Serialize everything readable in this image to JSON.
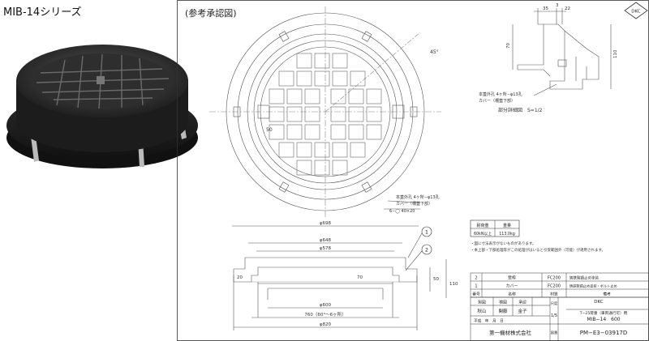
{
  "product": {
    "title": "MIB-14シリーズ"
  },
  "drawing": {
    "header_label": "(参考承認図)",
    "logo_text": "DKC",
    "top_view": {
      "angle_label": "45°",
      "bolt_note": "本蓋外孔 4ヶ所−φ13孔",
      "cover_note": "カバー（柵蓋下部）",
      "slot_note": "6−◯ 40×20",
      "dim_50": "50"
    },
    "detail": {
      "dims": [
        "35",
        "3",
        "22"
      ],
      "dim_height_left": "70",
      "dim_height_right": "110",
      "bolt_note": "本蓋外孔 4ヶ所−φ13孔",
      "cover_note": "カバー（柵蓋下部）",
      "scale_caption": "部分詳細図　S=1/2"
    },
    "load_table": {
      "header_load": "耐荷重",
      "header_weight": "重量",
      "load_value": "60kN以上",
      "weight_value": "113.0kg"
    },
    "notes": [
      "・図に寸法表示がないものがあります。",
      "・本上部・下部処理等がこの処理がはいると引受範囲外（可能）が適用されます。"
    ],
    "section": {
      "dims_top": [
        "φ698",
        "φ648",
        "φ578"
      ],
      "dims_bottom": [
        "φ600",
        "760（60°〜6ヶ所）",
        "φ820"
      ],
      "dim_left": "20",
      "dim_70": "70",
      "dim_50": "50",
      "dim_110": "110",
      "callouts": [
        "1",
        "2"
      ]
    },
    "parts": [
      {
        "no": "2",
        "name": "受枠",
        "material": "FC200",
        "spec": "鋳鉄製錆止め塗装"
      },
      {
        "no": "1",
        "name": "カバー",
        "material": "FC200",
        "spec": "鋳鉄製錆止め塗装・ボルト止め"
      }
    ],
    "parts_header": {
      "no": "番号",
      "name": "名称",
      "material": "材質",
      "spec": "備考"
    },
    "title_block": {
      "company_short": "DKC",
      "product_desc": "T−25荷重（車両通行可）用",
      "model": "MIB−14　600",
      "scale_label": "尺度",
      "scale_value": "1/5",
      "drawing_number": "PM−E3−03917D",
      "designer": "秋山",
      "checker": "関藤",
      "approver": "金子",
      "role_designer": "製図",
      "role_checker": "検図",
      "role_approver": "承認",
      "date_label": "平成　年　月　日",
      "company": "第一機材株式会社",
      "number_label": "図番"
    }
  }
}
